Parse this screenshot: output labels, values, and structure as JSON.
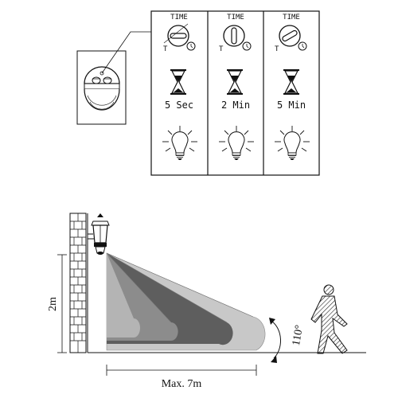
{
  "time_setting": {
    "panels": [
      {
        "caption": "TIME",
        "duration": "5 Sec"
      },
      {
        "caption": "TIME",
        "duration": "2 Min"
      },
      {
        "caption": "TIME",
        "duration": "5 Min"
      }
    ]
  },
  "installation": {
    "height_label": "2m",
    "range_label": "Max. 7m",
    "angle_label": "110°"
  },
  "colors": {
    "line": "#1a1a1a",
    "zone_outer": "#c8c8c8",
    "zone_dark": "#5e5e5e",
    "zone_mid": "#8c8c8c",
    "zone_light": "#b4b4b4"
  },
  "icons": [
    "time-knob-icon",
    "hourglass-icon",
    "light-bulb-icon",
    "wall-lantern-icon",
    "walking-person-icon",
    "sensor-head-icon"
  ]
}
